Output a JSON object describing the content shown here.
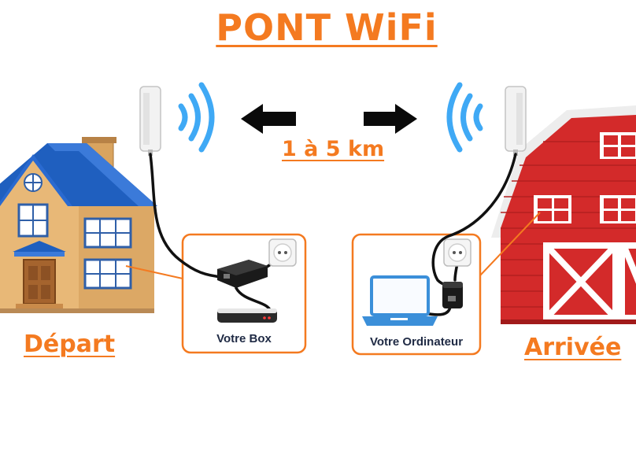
{
  "title": "PONT WiFi",
  "distance_label": "1 à 5 km",
  "start_label": "Départ",
  "end_label": "Arrivée",
  "box_label": "Votre Box",
  "computer_label": "Votre Ordinateur",
  "colors": {
    "accent": "#f47a20",
    "signal": "#3fa9f5",
    "house_roof": "#1f5fbf",
    "house_wall": "#e8b877",
    "barn_red": "#d32a2a",
    "cable": "#111111"
  },
  "icons": [
    "antenna-icon",
    "wifi-signal-icon",
    "arrow-left-icon",
    "arrow-right-icon",
    "house-icon",
    "barn-icon",
    "router-icon",
    "laptop-icon",
    "poe-injector-icon",
    "wall-outlet-icon"
  ]
}
